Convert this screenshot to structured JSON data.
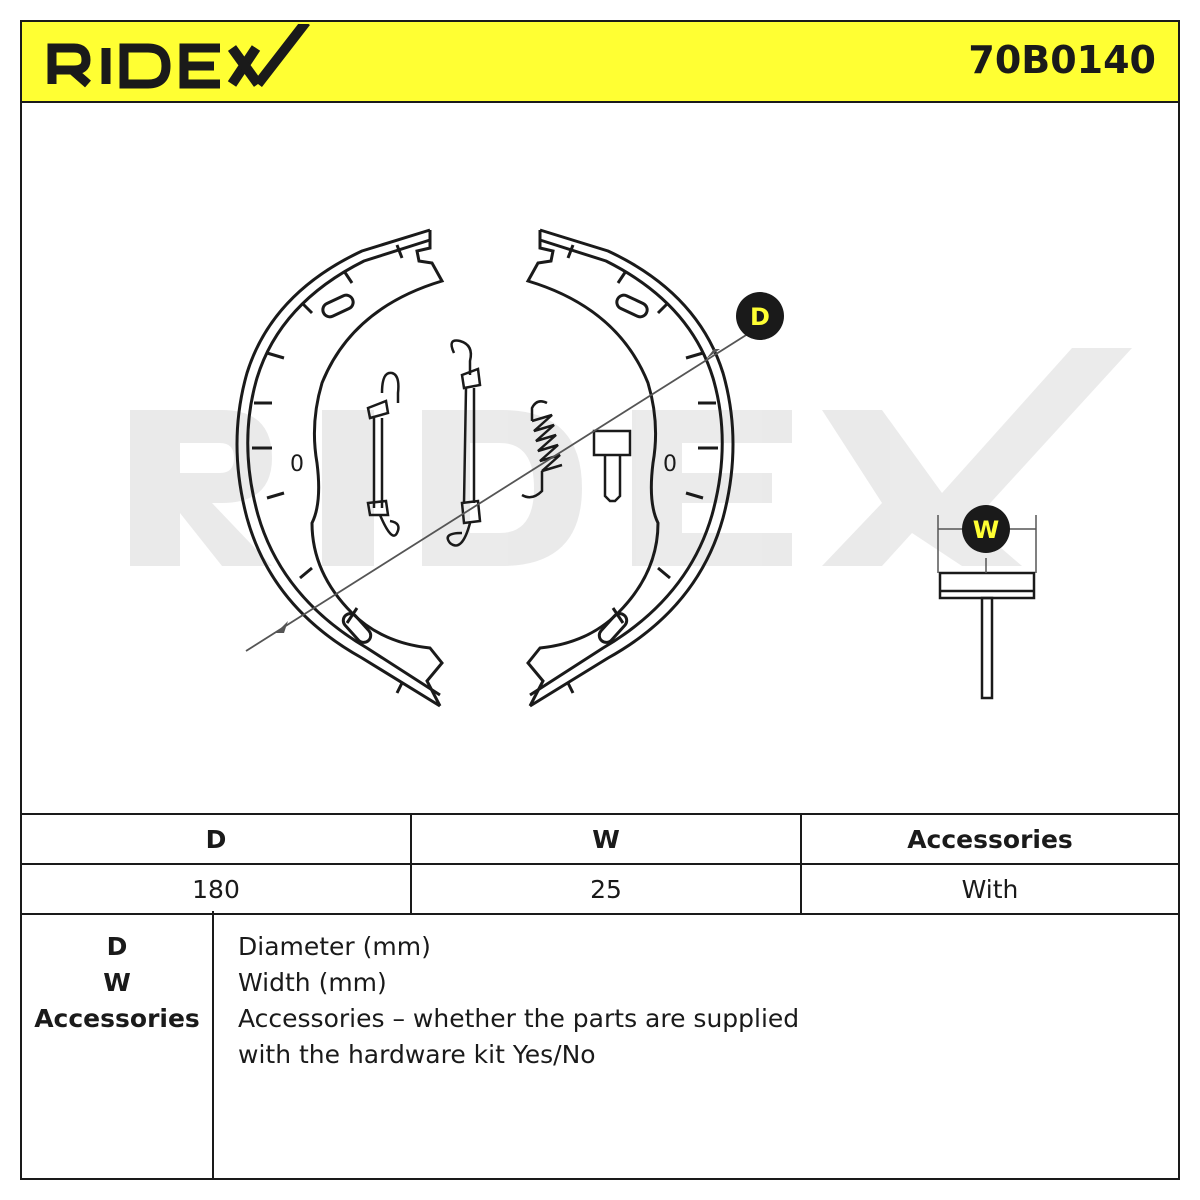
{
  "brand": {
    "logo_text": "RIDEX",
    "part_number": "70B0140",
    "accent_color": "#ffff33"
  },
  "drawing": {
    "watermark_text": "RIDEX",
    "dimension_labels": {
      "diameter": "D",
      "width": "W"
    },
    "shoe_marks": {
      "left": "0",
      "right": "0"
    }
  },
  "spec_table": {
    "headers": [
      "D",
      "W",
      "Accessories"
    ],
    "values": [
      "180",
      "25",
      "With"
    ]
  },
  "legend": {
    "keys": [
      "D",
      "W",
      "Accessories"
    ],
    "descriptions": [
      "Diameter (mm)",
      "Width (mm)",
      "Accessories – whether the parts are supplied",
      "with the hardware kit Yes/No"
    ]
  }
}
